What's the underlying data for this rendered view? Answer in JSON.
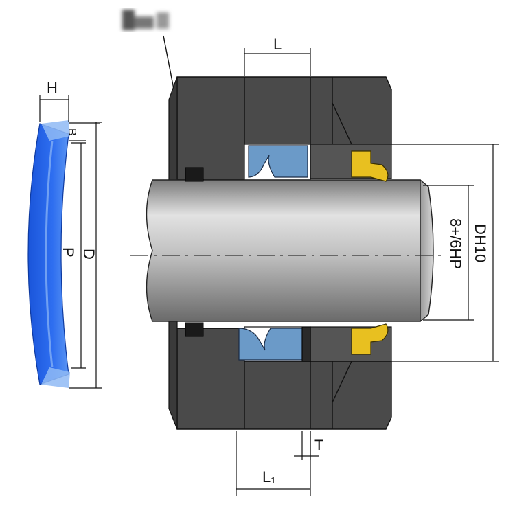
{
  "labels": {
    "H": "H",
    "B": "B",
    "D_ring": "D",
    "P_ring": "P",
    "L": "L",
    "L1": "L₁",
    "T": "T",
    "shaft_tol": "8+/6HP",
    "bore_tol": "DH10"
  },
  "colors": {
    "housing": "#4a4a4a",
    "housing_dark": "#3a3a3a",
    "seal_blue": "#6b9ac8",
    "ring_blue": "#1f5be0",
    "ring_light": "#6fa8f0",
    "wiper_yellow": "#e8c020",
    "oring_black": "#1a1a1a",
    "shaft_light": "#d8d8d8",
    "shaft_dark": "#6a6a6a"
  },
  "icons": {
    "blurred_logo": "blurred-brand-mark"
  }
}
